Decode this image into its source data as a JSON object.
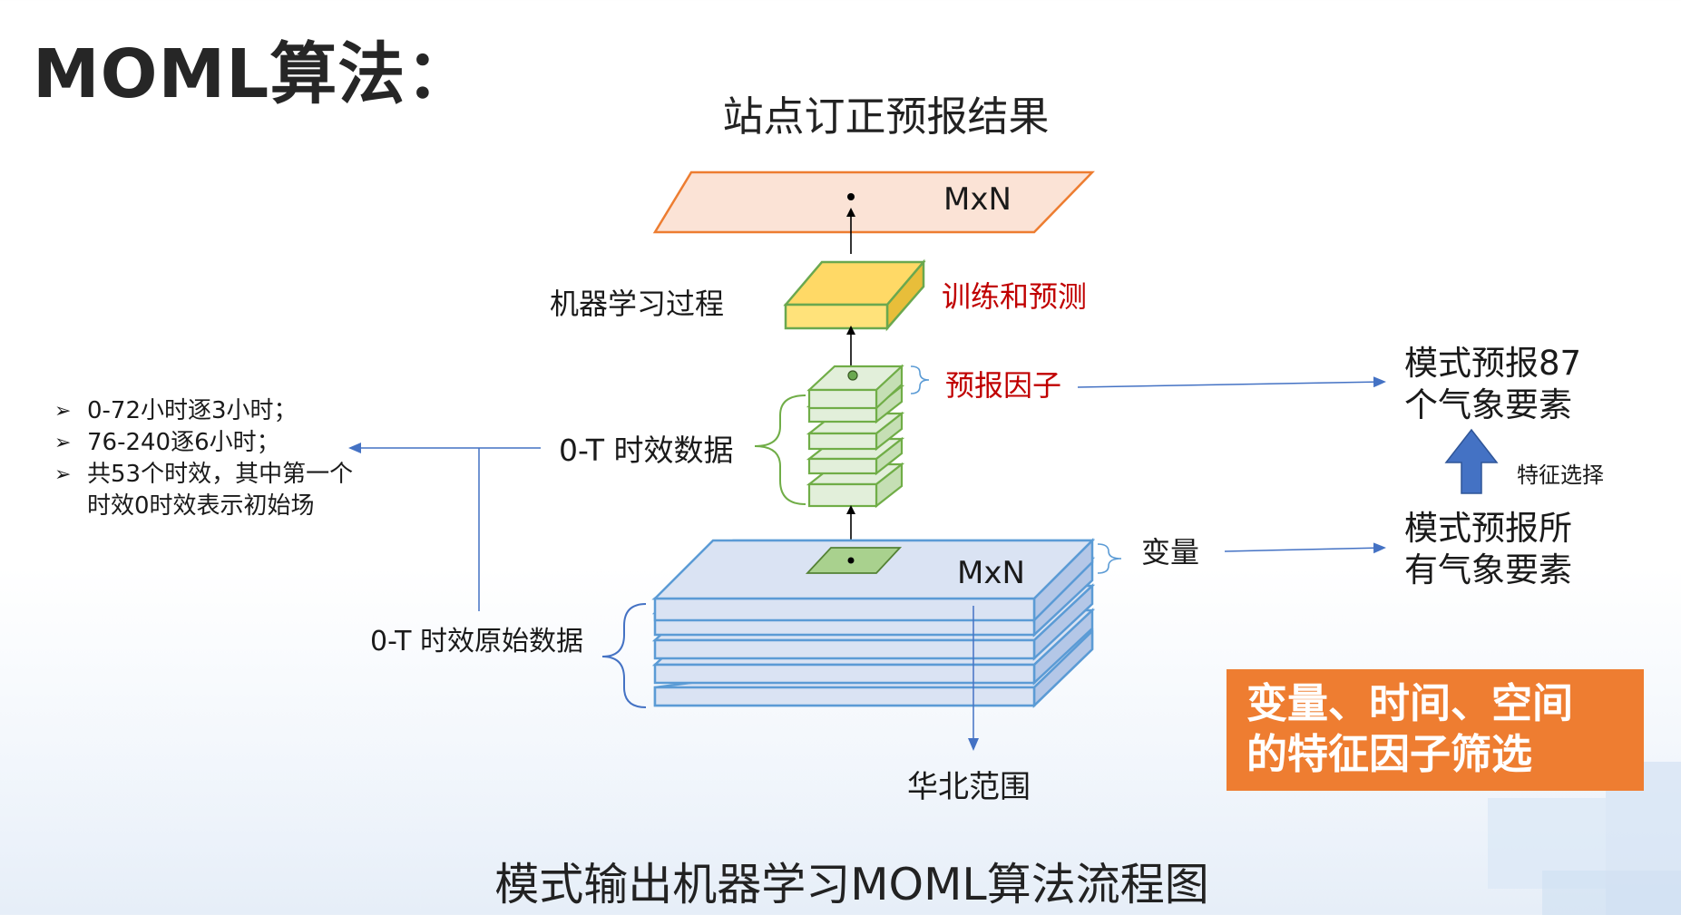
{
  "slide_title": "MOML算法：",
  "output_title": "站点订正预报结果",
  "output_layer_label": "MxN",
  "ml_process_label": "机器学习过程",
  "train_predict_label": "训练和预测",
  "forecast_factor_label": "预报因子",
  "time_data_label": "0-T 时效数据",
  "raw_data_label": "0-T 时效原始数据",
  "base_layer_label": "MxN",
  "variable_label": "变量",
  "region_label": "华北范围",
  "bullets": [
    {
      "lines": [
        "0-72小时逐3小时；"
      ]
    },
    {
      "lines": [
        "76-240逐6小时；"
      ]
    },
    {
      "lines": [
        "共53个时效，其中第一个",
        "时效0时效表示初始场"
      ]
    }
  ],
  "right_top": [
    "模式预报87",
    "个气象要素"
  ],
  "feature_select_label": "特征选择",
  "right_bottom": [
    "模式预报所",
    "有气象要素"
  ],
  "callout": [
    "变量、时间、空间",
    "的特征因子筛选"
  ],
  "caption": "模式输出机器学习MOML算法流程图",
  "colors": {
    "orange_fill": "#fbe3d6",
    "orange_stroke": "#ed7d31",
    "yellow_top": "#ffd966",
    "yellow_front": "#ffe27a",
    "yellow_side": "#e8be3a",
    "yellow_stroke": "#6aa84f",
    "green_top": "#e2efda",
    "green_stroke": "#70ad47",
    "blue_top": "#dae3f3",
    "blue_side": "#b4c7e7",
    "blue_stroke": "#5b9bd5",
    "arrow_blue": "#4472c4",
    "callout_bg": "#ee7d31",
    "red_text": "#c00000"
  }
}
